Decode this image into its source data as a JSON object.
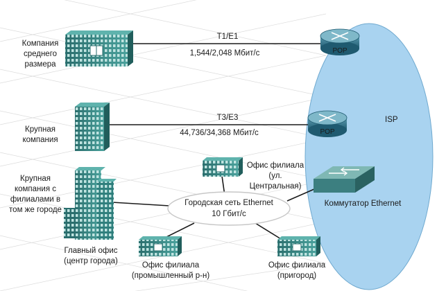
{
  "sites": {
    "medium": "Компания\nсреднего\nразмера",
    "large": "Крупная\nкомпания",
    "large_branches": "Крупная\nкомпания с\nфилиалами в\nтом же городе"
  },
  "links": {
    "t1_name": "T1/E1",
    "t1_speed": "1,544/2,048 Мбит/с",
    "t3_name": "T3/E3",
    "t3_speed": "44,736/34,368 Мбит/с"
  },
  "pop_label": "POP",
  "isp_label": "ISP",
  "switch_label": "Коммутатор Ethernet",
  "metro": {
    "line1": "Городская сеть Ethernet",
    "line2": "10 Гбит/с"
  },
  "offices": {
    "central_branch": "Офис филиала\n(ул.\nЦентральная)",
    "main_office": "Главный офис\n(центр города)",
    "industrial_branch": "Офис филиала\n(промышленный р-н)",
    "suburb_branch": "Офис филиала\n(пригород)"
  },
  "colors": {
    "isp_fill": "#a9d3f0",
    "building": "#2f7f7d",
    "router": "#2c6f86",
    "switch": "#3c7f80"
  }
}
